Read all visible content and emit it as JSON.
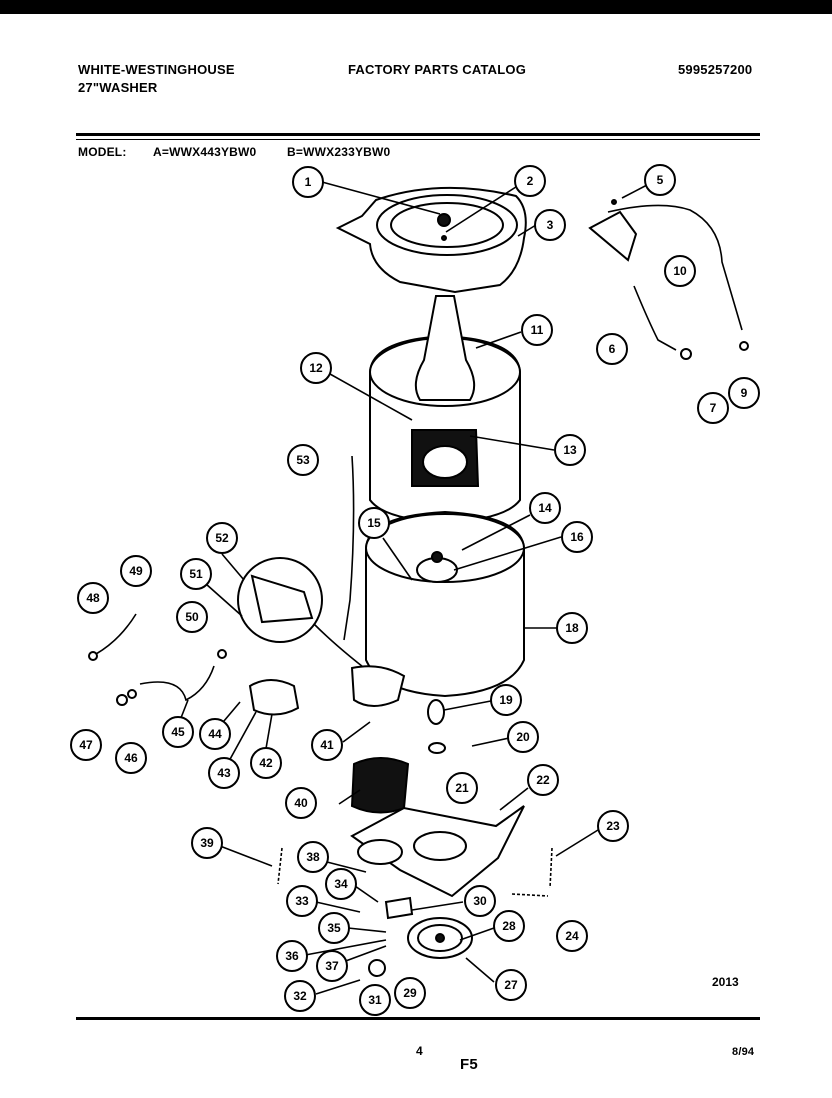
{
  "header": {
    "brand_line1": "WHITE-WESTINGHOUSE",
    "brand_line2": "27\"WASHER",
    "catalog_title": "FACTORY PARTS CATALOG",
    "catalog_number": "5995257200"
  },
  "model_line": {
    "label": "MODEL:",
    "model_a": "A=WWX443YBW0",
    "model_b": "B=WWX233YBW0"
  },
  "diagram": {
    "figure_number": "2013",
    "callouts": [
      "1",
      "2",
      "3",
      "5",
      "10",
      "6",
      "7",
      "9",
      "11",
      "12",
      "13",
      "53",
      "14",
      "15",
      "16",
      "18",
      "52",
      "51",
      "49",
      "48",
      "50",
      "19",
      "20",
      "21",
      "22",
      "23",
      "24",
      "39",
      "38",
      "34",
      "33",
      "30",
      "35",
      "36",
      "37",
      "28",
      "27",
      "29",
      "31",
      "32",
      "40",
      "41",
      "42",
      "43",
      "44",
      "45",
      "46",
      "47"
    ]
  },
  "footer": {
    "page_number": "4",
    "section": "F5",
    "date": "8/94"
  }
}
